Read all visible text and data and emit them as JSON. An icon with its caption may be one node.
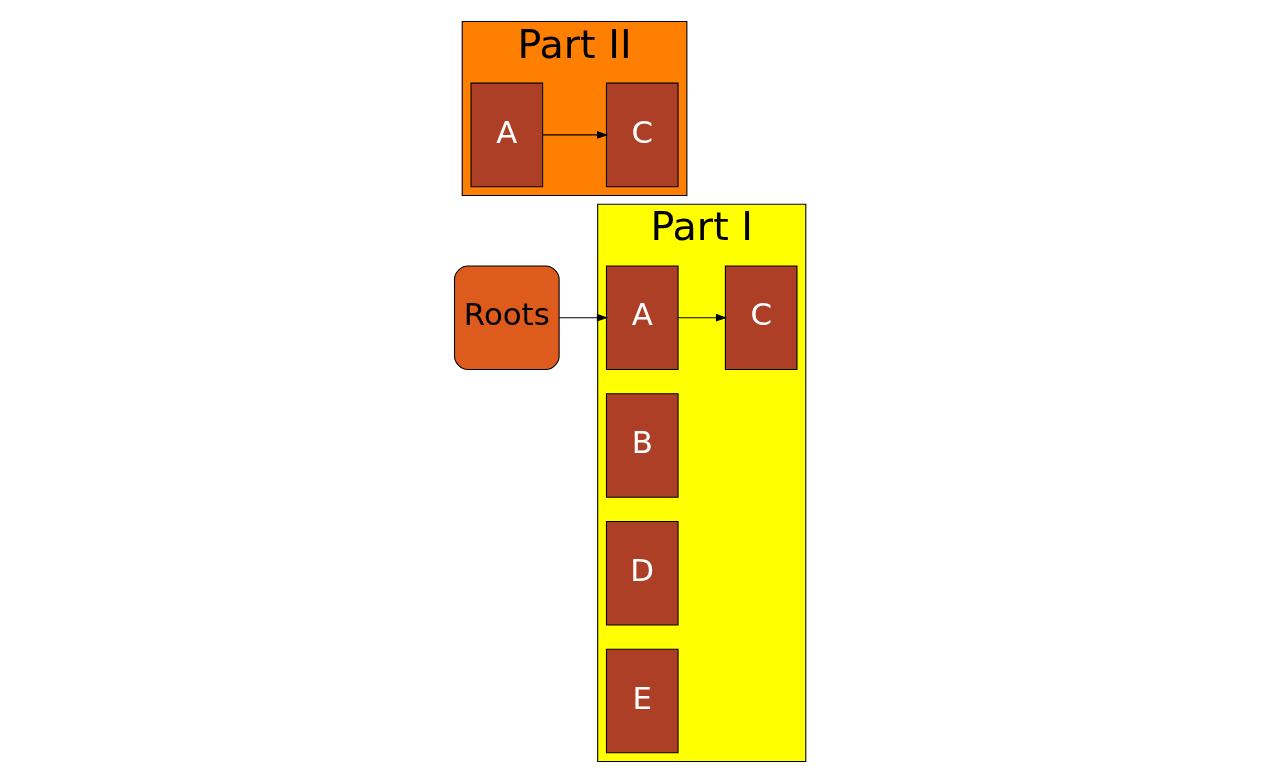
{
  "diagram": {
    "nodes": [
      {
        "text": [
          "Roots"
        ]
      },
      {
        "text": [
          "Part I"
        ]
      },
      {
        "text": [
          "A"
        ],
        "in": 1
      },
      {
        "text": [
          "B"
        ],
        "in": 1
      },
      {
        "text": [
          "C"
        ],
        "in": 1
      },
      {
        "text": [
          "D"
        ],
        "in": 1
      },
      {
        "text": [
          "E"
        ],
        "in": 1
      },
      {
        "text": [
          "Part II"
        ]
      },
      {
        "text": [
          "A"
        ],
        "in": 7
      },
      {
        "text": [
          "C"
        ],
        "in": 7
      }
    ],
    "edges": [
      {
        "from": 0,
        "to": 2,
        "arrow": "to"
      },
      {
        "from": 2,
        "to": 4,
        "arrow": "to"
      },
      {
        "from": 8,
        "to": 9,
        "arrow": "to"
      }
    ]
  }
}
